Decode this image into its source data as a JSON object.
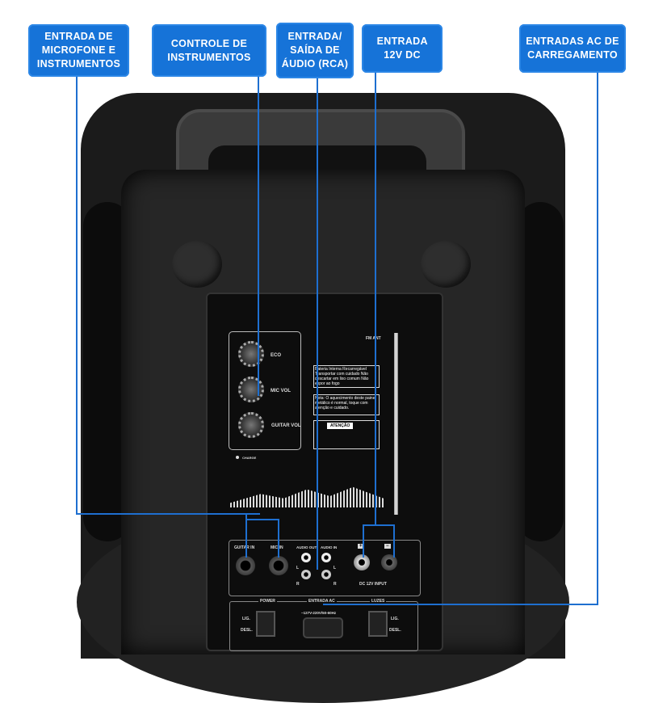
{
  "callouts": [
    {
      "id": "mic",
      "text": "ENTRADA DE MICROFONE E INSTRUMENTOS"
    },
    {
      "id": "ctrl",
      "text": "CONTROLE DE INSTRUMENTOS"
    },
    {
      "id": "rca",
      "text": "ENTRADA/ SAÍDA DE ÁUDIO (RCA)"
    },
    {
      "id": "dc",
      "text": "ENTRADA 12V DC"
    },
    {
      "id": "ac",
      "text": "ENTRADAS AC DE CARREGAMENTO"
    }
  ],
  "panel": {
    "knobs": [
      "ECO",
      "MIC VOL",
      "GUITAR VOL"
    ],
    "fm_ant": "FM ANT",
    "charge": "CHARGE",
    "notice1": "Bateria Interna Recarregável Transportar com cuidado Não descartar em lixo comum Não expor ao fogo",
    "notice2": "Nota: O aquecimento deste painel metálico é normal, toque com atenção e cuidado.",
    "warning": "ATENÇÃO",
    "jacks": [
      "GUITAR IN",
      "MIC IN",
      "AUDIO OUT",
      "AUDIO IN",
      "L",
      "R",
      "L",
      "R"
    ],
    "dc_input": "DC 12V INPUT",
    "dc_plus": "+",
    "dc_minus": "−",
    "power": "POWER",
    "ac_in": "ENTRADA AC",
    "ac_spec": "~127V-220V/50-60Hz",
    "luzes": "LUZES",
    "lig": "LIG.",
    "desl": "DESL."
  },
  "colors": {
    "callout": "#1673d8",
    "line": "#1e6fd0"
  }
}
